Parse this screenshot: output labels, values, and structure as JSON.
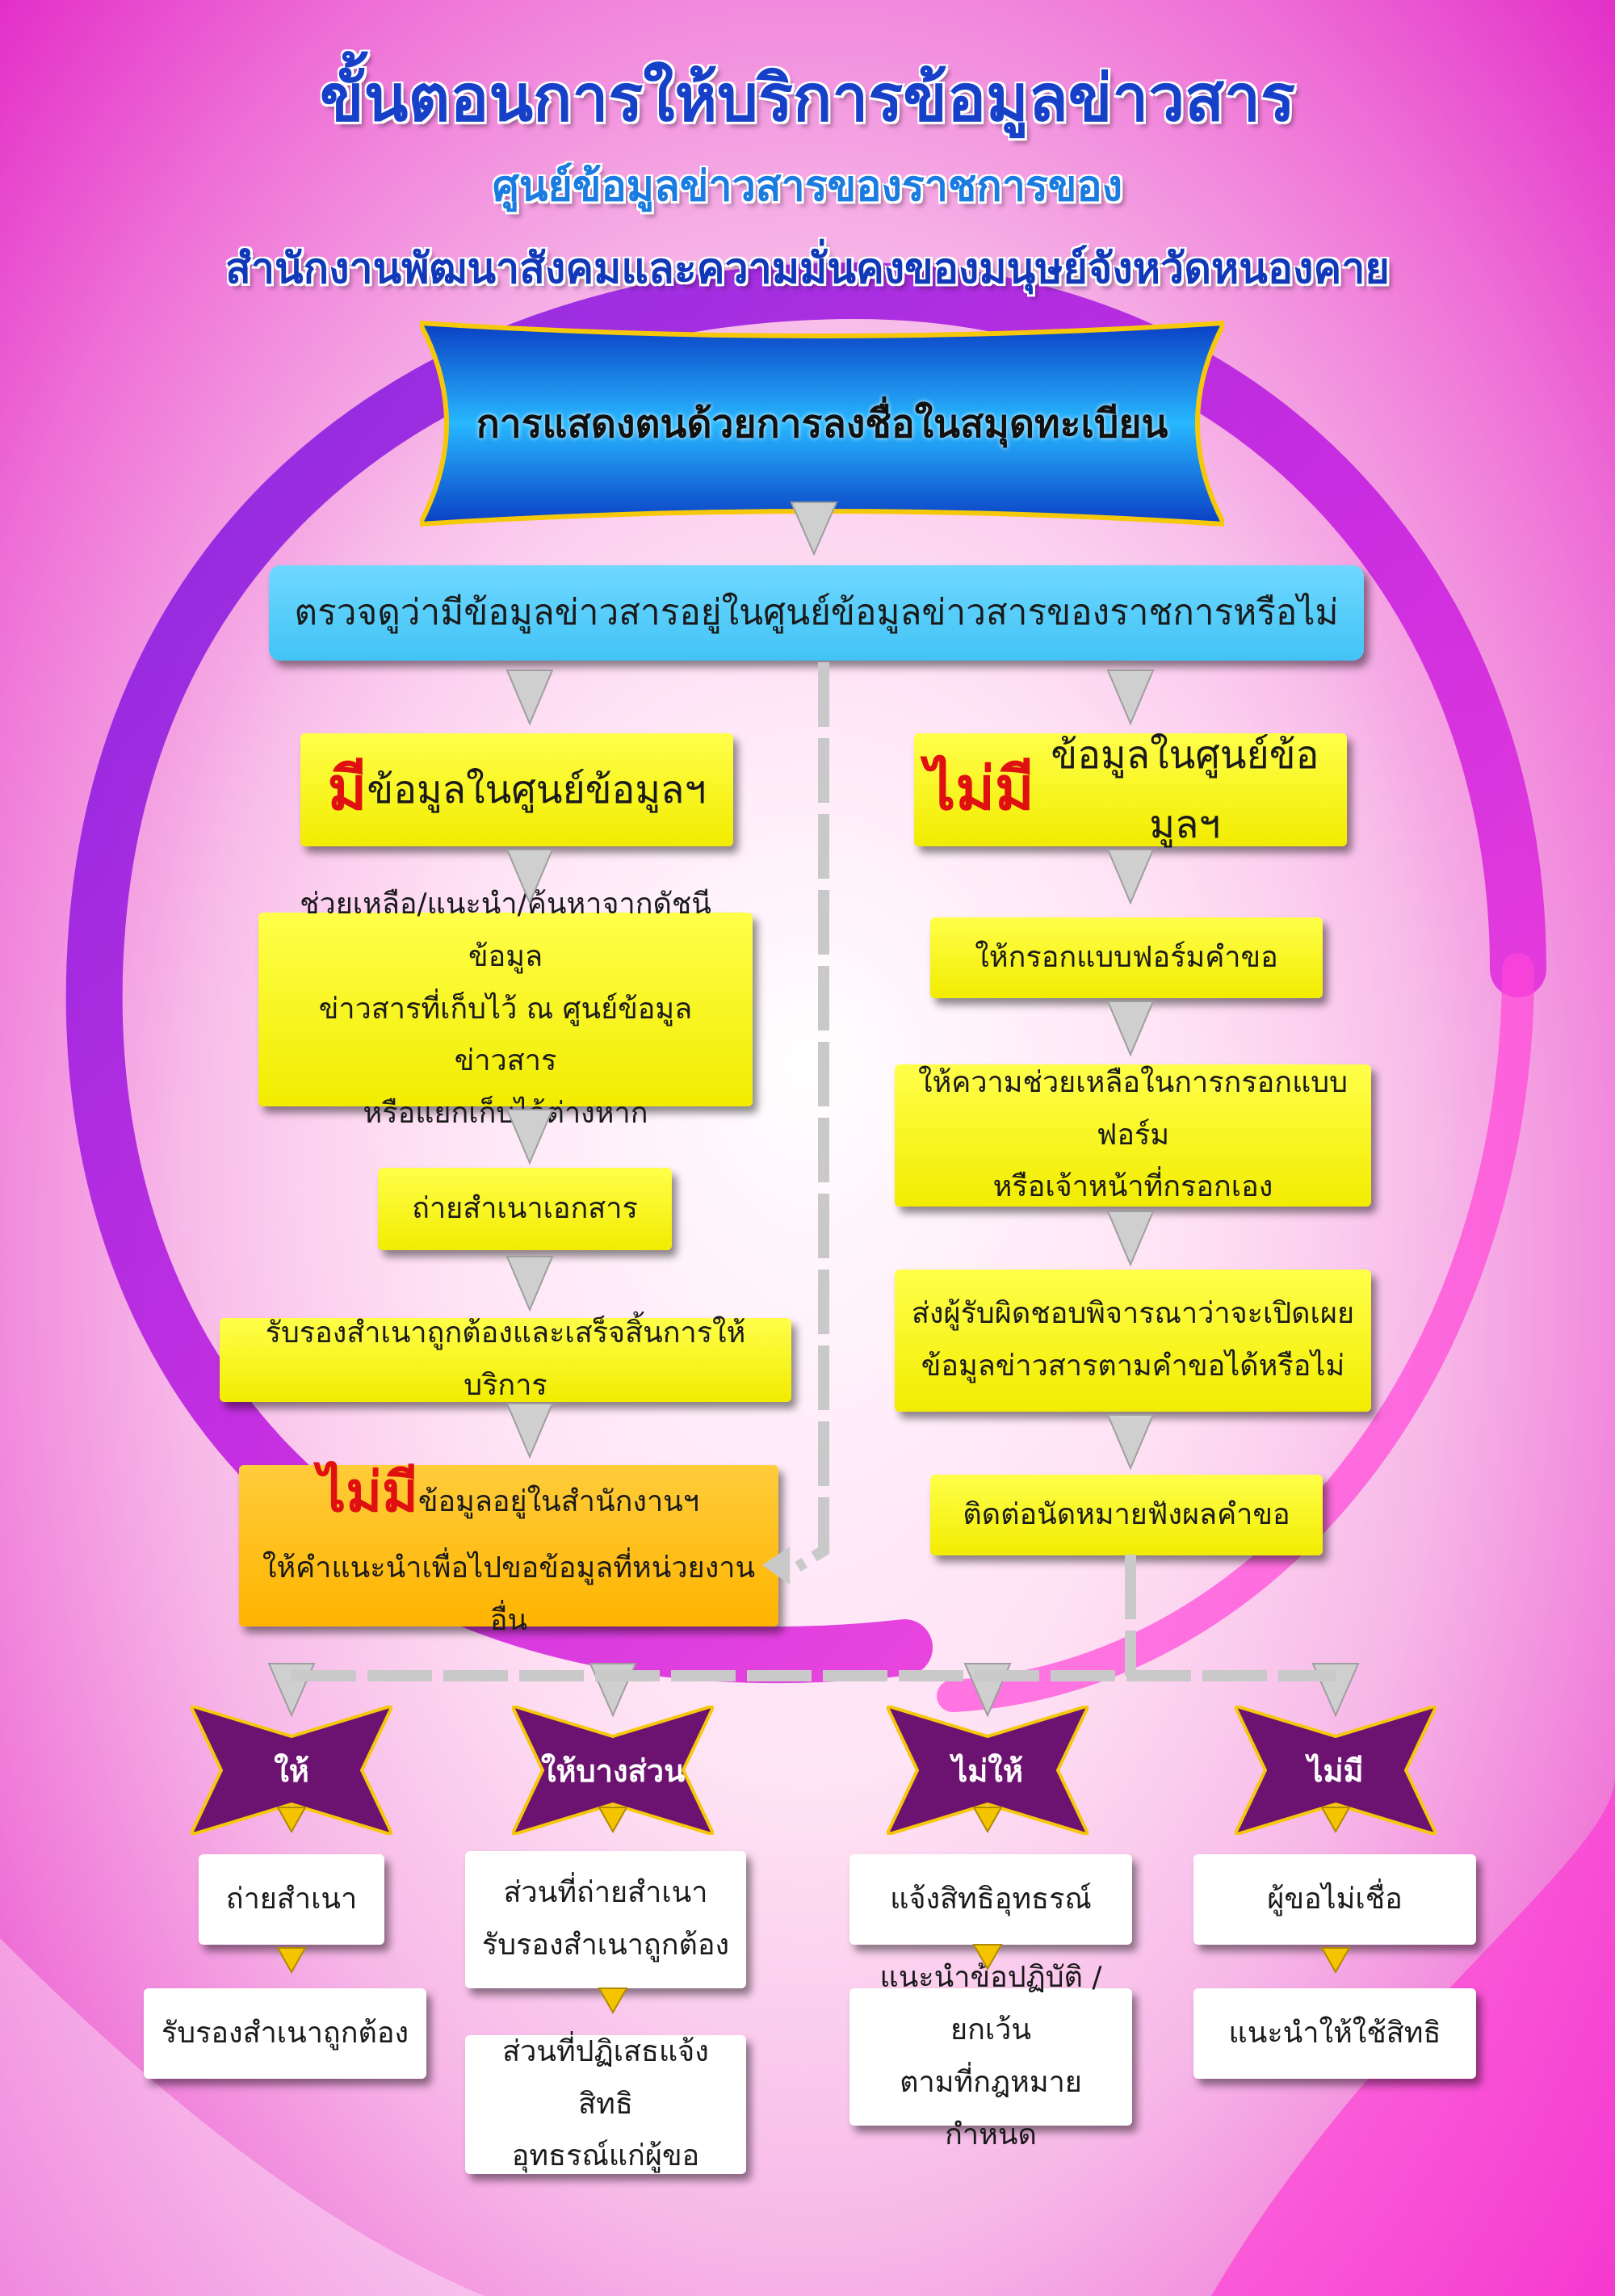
{
  "title": {
    "main": "ขั้นตอนการให้บริการข้อมูลข่าวสาร",
    "sub1": "ศูนย์ข้อมูลข่าวสารของราชการของ",
    "sub2": "สำนักงานพัฒนาสังคมและความมั่นคงของมนุษย์จังหวัดหนองคาย"
  },
  "banner": {
    "text": "การแสดงตนด้วยการลงชื่อในสมุดทะเบียน"
  },
  "check": {
    "text": "ตรวจดูว่ามีข้อมูลข่าวสารอยู่ในศูนย์ข้อมูลข่าวสารของราชการหรือไม่"
  },
  "left": {
    "head_emph": "มี",
    "head_rest": "ข้อมูลในศูนย์ข้อมูลฯ",
    "step1": [
      "ช่วยเหลือ/แนะนำ/ค้นหาจากดัชนีข้อมูล",
      "ข่าวสารที่เก็บไว้ ณ ศูนย์ข้อมูลข่าวสาร",
      "หรือแยกเก็บไว้ต่างหาก"
    ],
    "step2": "ถ่ายสำเนาเอกสาร",
    "step3": "รับรองสำเนาถูกต้องและเสร็จสิ้นการให้บริการ"
  },
  "right": {
    "head_emph": "ไม่มี",
    "head_rest": "ข้อมูลในศูนย์ข้อมูลฯ",
    "step1": "ให้กรอกแบบฟอร์มคำขอ",
    "step2": [
      "ให้ความช่วยเหลือในการกรอกแบบฟอร์ม",
      "หรือเจ้าหน้าที่กรอกเอง"
    ],
    "step3": [
      "ส่งผู้รับผิดชอบพิจารณาว่าจะเปิดเผย",
      "ข้อมูลข่าวสารตามคำขอได้หรือไม่"
    ],
    "step4": "ติดต่อนัดหมายฟังผลคำขอ"
  },
  "nodata": {
    "emph": "ไม่มี",
    "rest": "ข้อมูลอยู่ในสำนักงานฯ",
    "line2": "ให้คำแนะนำเพื่อไปขอข้อมูลที่หน่วยงานอื่น"
  },
  "outcomes": [
    {
      "label": "ให้",
      "box1": [
        "ถ่ายสำเนา"
      ],
      "box2": [
        "รับรองสำเนาถูกต้อง"
      ]
    },
    {
      "label": "ให้บางส่วน",
      "box1": [
        "ส่วนที่ถ่ายสำเนา",
        "รับรองสำเนาถูกต้อง"
      ],
      "box2": [
        "ส่วนที่ปฏิเสธแจ้งสิทธิ",
        "อุทธรณ์แก่ผู้ขอ"
      ]
    },
    {
      "label": "ไม่ให้",
      "box1": [
        "แจ้งสิทธิอุทธรณ์"
      ],
      "box2": [
        "แนะนำข้อปฏิบัติ /ยกเว้น",
        "ตามที่กฎหมายกำหนด"
      ]
    },
    {
      "label": "ไม่มี",
      "box1": [
        "ผู้ขอไม่เชื่อ"
      ],
      "box2": [
        "แนะนำให้ใช้สิทธิ"
      ]
    }
  ],
  "colors": {
    "title": "#1740c8",
    "banner": "#0c4fd6",
    "check_box": "#58c8f5",
    "yellow_box": "#f5ef00",
    "orange_box": "#ffc000",
    "star": "#6c1270",
    "emphasis": "#e01010",
    "small_arrow": "#f5c400",
    "connector": "#c8c8c8"
  }
}
